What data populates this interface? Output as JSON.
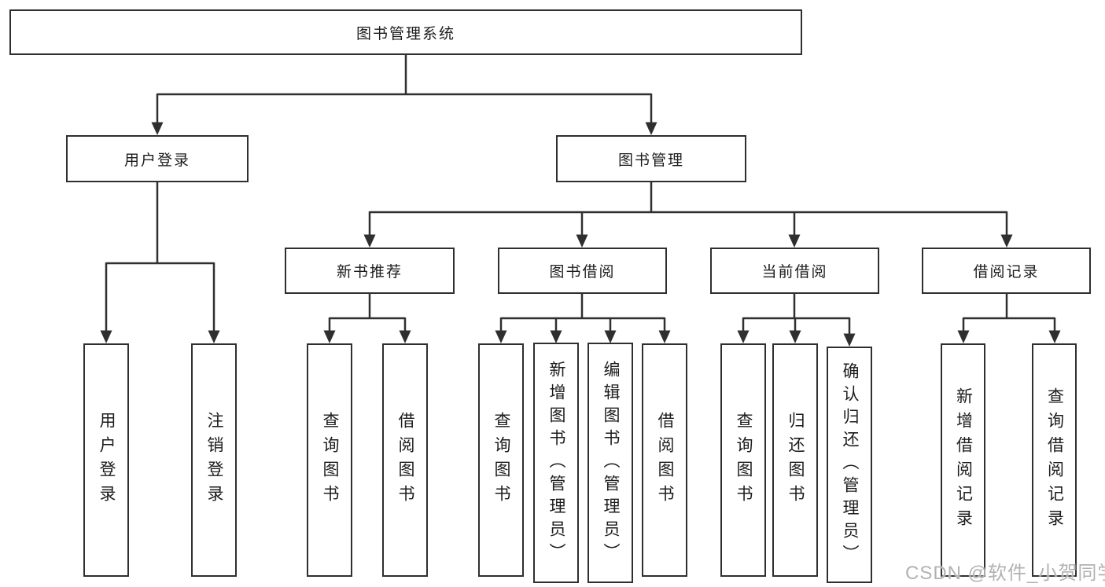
{
  "tree": {
    "label": "图书管理系统",
    "children": [
      {
        "label": "用户登录",
        "children": [
          {
            "label": "用户登录"
          },
          {
            "label": "注销登录"
          }
        ]
      },
      {
        "label": "图书管理",
        "children": [
          {
            "label": "新书推荐",
            "children": [
              {
                "label": "查询图书"
              },
              {
                "label": "借阅图书"
              }
            ]
          },
          {
            "label": "图书借阅",
            "children": [
              {
                "label": "查询图书"
              },
              {
                "label": "新增图书（管理员）"
              },
              {
                "label": "编辑图书（管理员）"
              },
              {
                "label": "借阅图书"
              }
            ]
          },
          {
            "label": "当前借阅",
            "children": [
              {
                "label": "查询图书"
              },
              {
                "label": "归还图书"
              },
              {
                "label": "确认归还（管理员）"
              }
            ]
          },
          {
            "label": "借阅记录",
            "children": [
              {
                "label": "新增借阅记录"
              },
              {
                "label": "查询借阅记录"
              }
            ]
          }
        ]
      }
    ]
  },
  "watermark": {
    "text": "CSDN @软件_小贺同学"
  },
  "colors": {
    "line": "#2f2f2f",
    "box_border": "#2f2f2f",
    "text": "#1c1c1c",
    "watermark": "#b2b2b2",
    "background": "#ffffff"
  }
}
